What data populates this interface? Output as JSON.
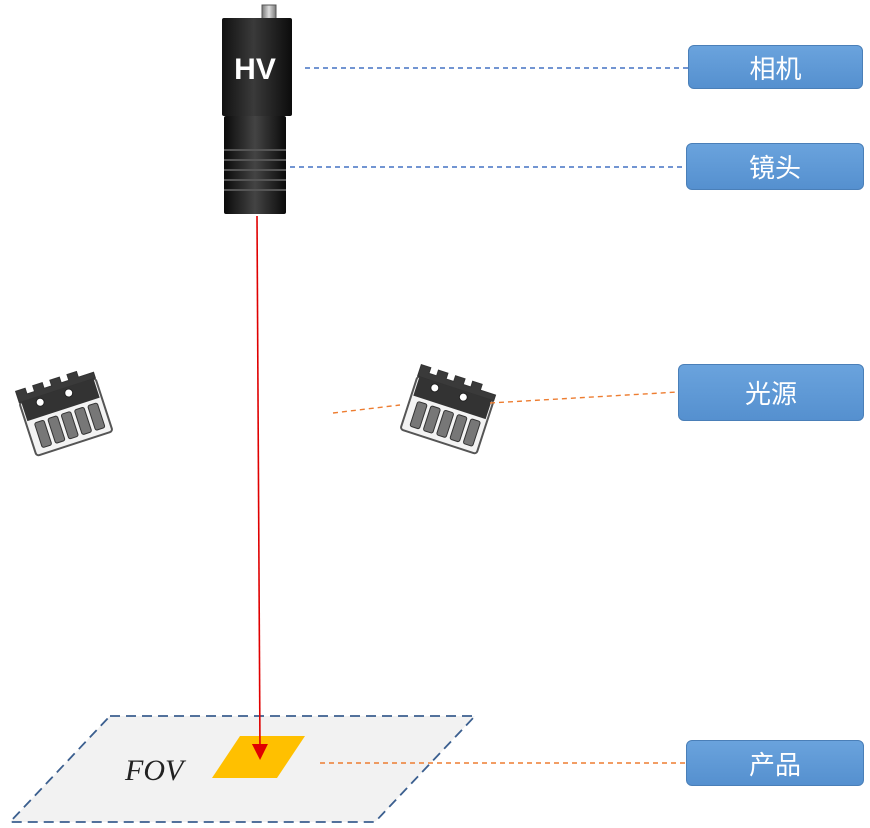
{
  "camera": {
    "brand": "HV"
  },
  "labels": {
    "camera": "相机",
    "lens": "镜头",
    "light": "光源",
    "product": "产品"
  },
  "fov_label": "FOV",
  "colors": {
    "callout_fill": "#5b9bd5",
    "camera_leader": "#4472c4",
    "light_leader": "#ed7d31",
    "optical_axis": "#e00000",
    "fov_border": "#3b5f8f",
    "fov_fill": "#f2f2f2",
    "product": "#ffc000"
  }
}
